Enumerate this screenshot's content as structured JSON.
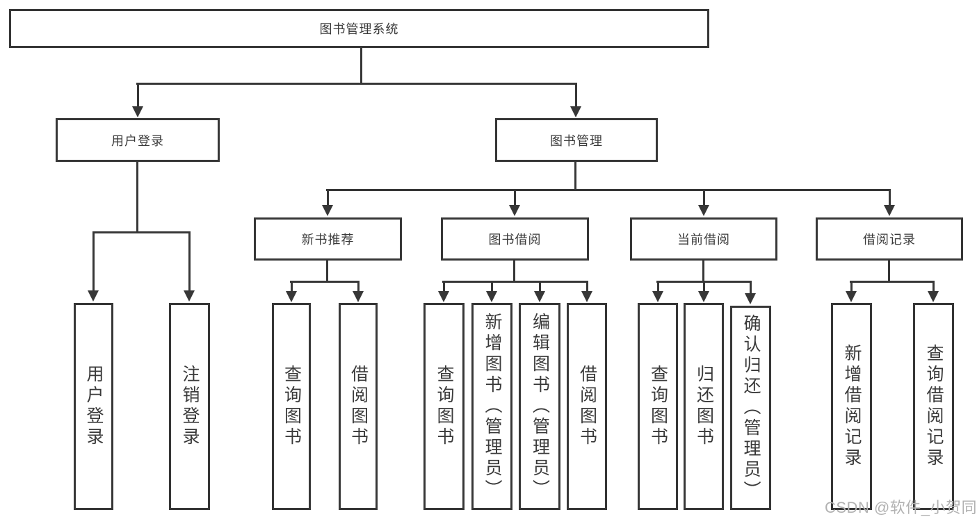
{
  "diagram": {
    "root": {
      "label": "图书管理系统"
    },
    "level2": [
      {
        "label": "用户登录"
      },
      {
        "label": "图书管理"
      }
    ],
    "level3": [
      {
        "label": "新书推荐"
      },
      {
        "label": "图书借阅"
      },
      {
        "label": "当前借阅"
      },
      {
        "label": "借阅记录"
      }
    ],
    "leaves": {
      "user_login": [
        {
          "label": "用户登录"
        },
        {
          "label": "注销登录"
        }
      ],
      "new_book": [
        {
          "label": "查询图书"
        },
        {
          "label": "借阅图书"
        }
      ],
      "book_borrow": [
        {
          "label": "查询图书"
        },
        {
          "label": "新增图书（管理员）"
        },
        {
          "label": "编辑图书（管理员）"
        },
        {
          "label": "借阅图书"
        }
      ],
      "current_borrow": [
        {
          "label": "查询图书"
        },
        {
          "label": "归还图书"
        },
        {
          "label": "确认归还（管理员）"
        }
      ],
      "borrow_record": [
        {
          "label": "新增借阅记录"
        },
        {
          "label": "查询借阅记录"
        }
      ]
    }
  },
  "watermark": {
    "text": "CSDN @软件_小贺同学"
  },
  "colors": {
    "line": "#373737",
    "text": "#3a3a3a",
    "watermark": "#b2b2b2",
    "background": "#ffffff"
  }
}
